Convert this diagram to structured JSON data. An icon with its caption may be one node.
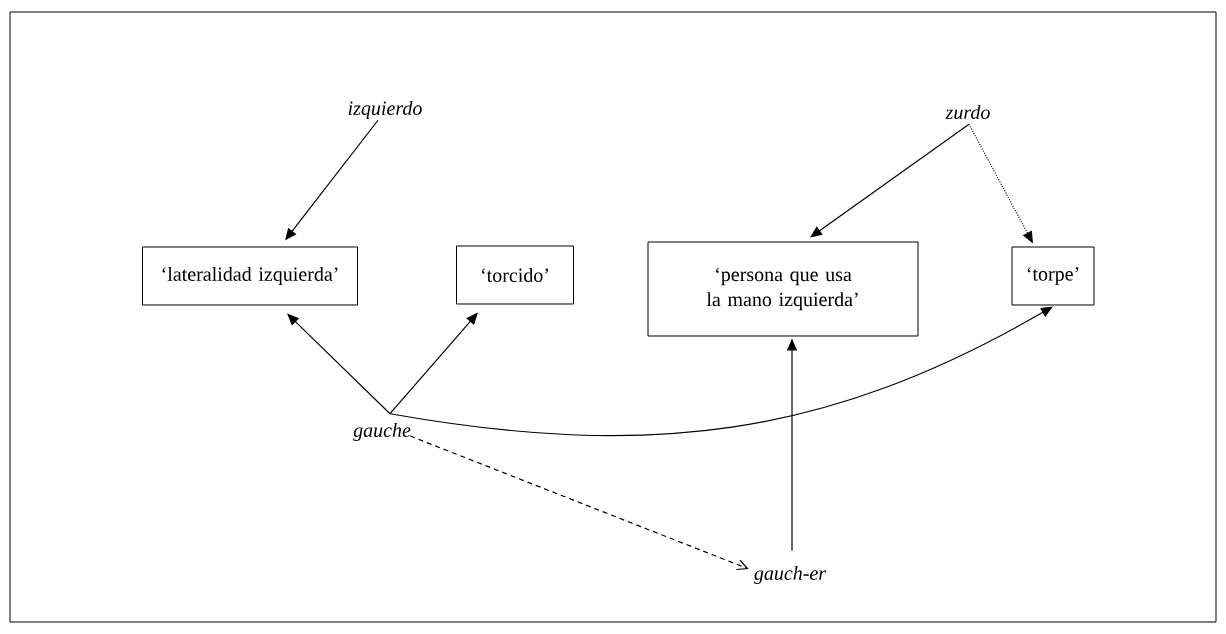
{
  "diagram": {
    "nodes": [
      {
        "text": [
          "izquierdo"
        ]
      },
      {
        "text": [
          "zurdo"
        ]
      },
      {
        "text": [
          "‘lateralidad izquierda’"
        ]
      },
      {
        "text": [
          "‘torcido’"
        ]
      },
      {
        "text": [
          "‘persona que usa la mano izquierda’"
        ]
      },
      {
        "text": [
          "‘torpe’"
        ]
      },
      {
        "text": [
          "gauche"
        ]
      },
      {
        "text": [
          "gauch-er"
        ]
      }
    ],
    "edges": [
      {
        "from": 0,
        "to": 2,
        "arrow": "to"
      },
      {
        "from": 1,
        "to": 4,
        "arrow": "to"
      },
      {
        "from": 1,
        "to": 5,
        "arrow": "to",
        "style": "dashed"
      },
      {
        "from": 6,
        "to": 2,
        "arrow": "to"
      },
      {
        "from": 6,
        "to": 3,
        "arrow": "to"
      },
      {
        "from": 6,
        "to": 5,
        "arrow": "to"
      },
      {
        "from": 6,
        "to": 7,
        "arrow": "to",
        "style": "dashed"
      },
      {
        "from": 7,
        "to": 4,
        "arrow": "to"
      }
    ]
  }
}
